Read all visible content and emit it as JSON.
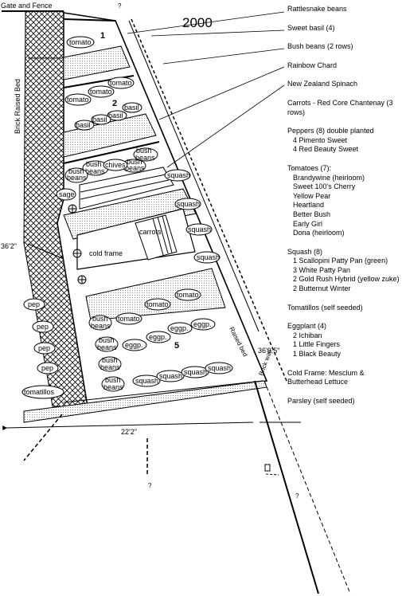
{
  "title": "2000",
  "labels": {
    "gate": "Gate and Fence",
    "brick_bed": "Brick Raised Bed",
    "raised_bed": "Raised bed",
    "brick_wall": "Brick wall",
    "cold_frame": "cold frame",
    "carrots": "carrots",
    "sage": "sage",
    "tomatillos": "tomatillos",
    "bed1": "1",
    "bed2": "2",
    "bed5": "5",
    "q": "?"
  },
  "dimensions": {
    "left_length": "36'2\"",
    "right_length": "36'9.5\"",
    "bottom_width": "22'2\""
  },
  "plants": {
    "tomato": "tomato",
    "basil": "basil",
    "bush": "bush",
    "beans": "beans",
    "bush_beans": "bush beans",
    "chives": "chives",
    "squash": "squash",
    "pep": "pep",
    "eggp": "eggp."
  },
  "legend": [
    {
      "text": "Rattlesnake beans"
    },
    {
      "text": "Sweet basil (4)"
    },
    {
      "text": "Bush beans (2 rows)"
    },
    {
      "text": "Rainbow Chard"
    },
    {
      "text": "New Zealand Spinach"
    },
    {
      "text": "Carrots - Red Core Chantenay (3 rows)"
    },
    {
      "text": "Peppers (8) double planted",
      "sub": [
        "4 Pimento Sweet",
        "4 Red Beauty Sweet"
      ]
    },
    {
      "text": "Tomatoes (7):",
      "sub": [
        "Brandywine (heirloom)",
        "Sweet 100's Cherry",
        "Yellow Pear",
        "Heartland",
        "Better Bush",
        "Early Girl",
        "Dona (heirloom)"
      ]
    },
    {
      "text": "Squash (8)",
      "sub": [
        "1 Scallopini Patty Pan (green)",
        "3 White Patty Pan",
        "2 Gold Rush Hybrid (yellow zuke)",
        "2 Butternut Winter"
      ]
    },
    {
      "text": "Tomatillos (self seeded)"
    },
    {
      "text": "Eggplant (4)",
      "sub": [
        "2 Ichiban",
        "1 Little Fingers",
        "1 Black Beauty"
      ]
    },
    {
      "text": "Cold Frame: Mesclum & Butterhead Lettuce"
    },
    {
      "text": "Parsley (self seeded)"
    }
  ]
}
